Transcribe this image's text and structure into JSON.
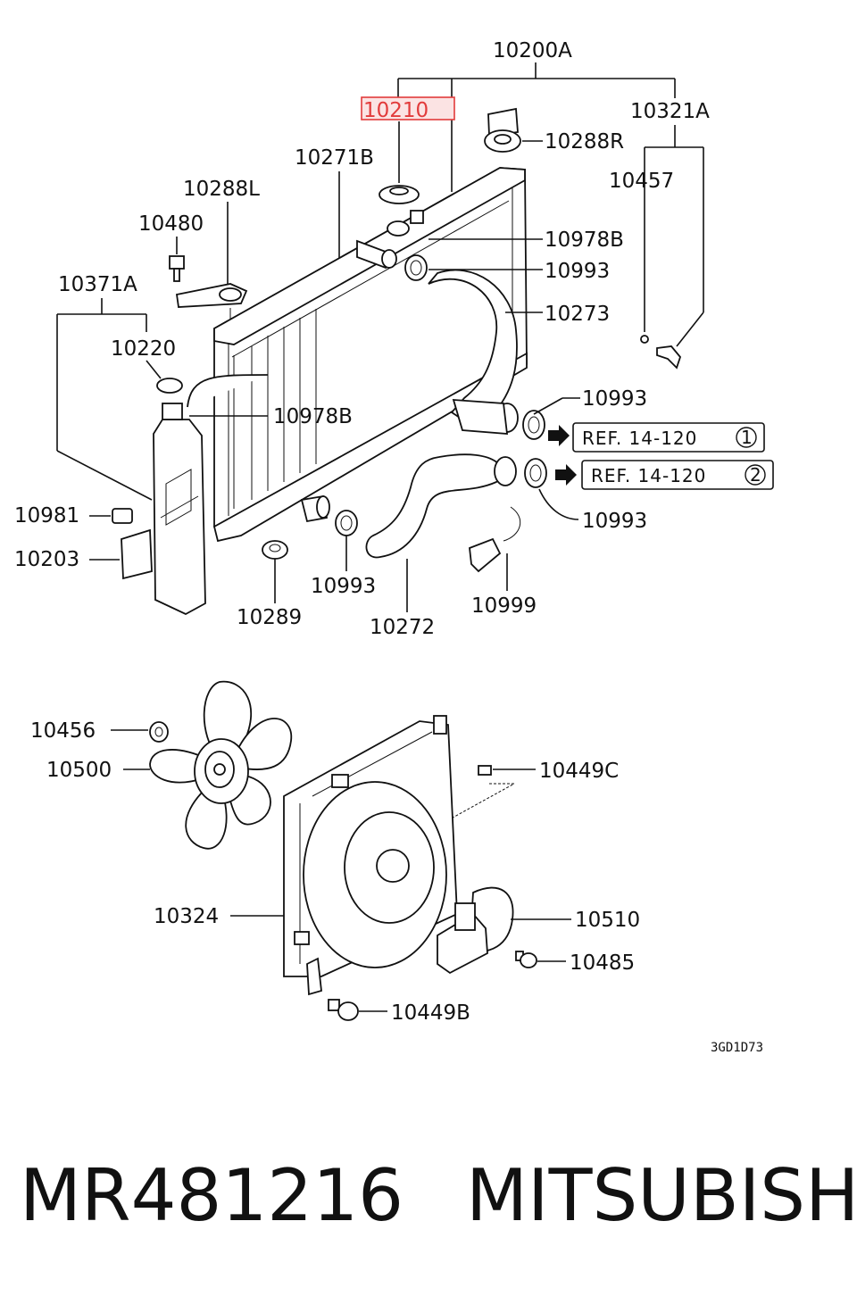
{
  "labels": {
    "l_10200A": "10200A",
    "l_10210": "10210",
    "l_10321A": "10321A",
    "l_10288R": "10288R",
    "l_10271B": "10271B",
    "l_10457": "10457",
    "l_10288L": "10288L",
    "l_10480": "10480",
    "l_10978B_top": "10978B",
    "l_10993_a": "10993",
    "l_10371A": "10371A",
    "l_10273": "10273",
    "l_10220": "10220",
    "l_10993_b": "10993",
    "l_10978B_mid": "10978B",
    "l_10981": "10981",
    "l_10993_c": "10993",
    "l_10203": "10203",
    "l_10993_d": "10993",
    "l_10289": "10289",
    "l_10272": "10272",
    "l_10999": "10999",
    "l_10456": "10456",
    "l_10500": "10500",
    "l_10449C": "10449C",
    "l_10324": "10324",
    "l_10510": "10510",
    "l_10485": "10485",
    "l_10449B": "10449B"
  },
  "refs": {
    "ref1_text": "REF. 14-120",
    "ref1_num": "1",
    "ref2_text": "REF. 14-120",
    "ref2_num": "2"
  },
  "diagram_code": "3GD1D73",
  "highlight_color": "#e23b3b",
  "footer": {
    "part_number": "MR481216",
    "brand": "MITSUBISHI"
  }
}
